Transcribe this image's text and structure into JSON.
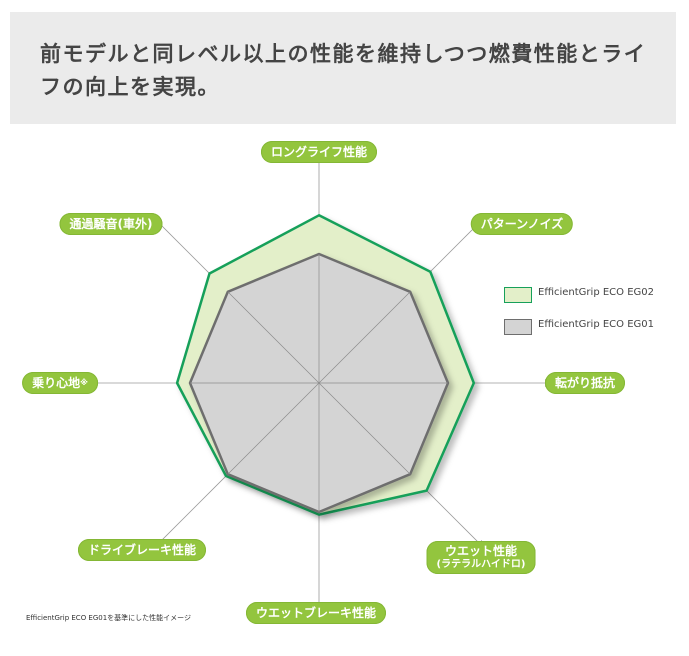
{
  "header": {
    "title": "前モデルと同レベル以上の性能を維持しつつ燃費性能とライフの向上を実現。"
  },
  "chart_data": {
    "type": "radar",
    "axes": [
      {
        "label": "ロングライフ性能"
      },
      {
        "label": "パターンノイズ"
      },
      {
        "label": "転がり抵抗"
      },
      {
        "label": "ウエット性能",
        "sub": "(ラテラルハイドロ)"
      },
      {
        "label": "ウエットブレーキ性能"
      },
      {
        "label": "ドライブレーキ性能"
      },
      {
        "label": "乗り心地",
        "mark": "※"
      },
      {
        "label": "通過騒音(車外)"
      }
    ],
    "series": [
      {
        "name": "EfficientGrip ECO EG02",
        "values": [
          1.3,
          1.22,
          1.2,
          1.18,
          1.02,
          1.02,
          1.1,
          1.2
        ],
        "fill": "#e3efc9",
        "stroke": "#17a05a"
      },
      {
        "name": "EfficientGrip ECO EG01",
        "values": [
          1.0,
          1.0,
          1.0,
          1.0,
          1.0,
          1.0,
          1.0,
          1.0
        ],
        "fill": "#d4d4d4",
        "stroke": "#6e6e6e"
      }
    ],
    "rmax": 1.8
  },
  "legend": {
    "eg02_label": "EfficientGrip ECO EG02",
    "eg01_label": "EfficientGrip ECO EG01",
    "eg02_color": "#e3efc9",
    "eg02_border": "#17a05a",
    "eg01_color": "#d4d4d4",
    "eg01_border": "#6e6e6e"
  },
  "footnote": "EfficientGrip ECO EG01を基準にした性能イメージ"
}
